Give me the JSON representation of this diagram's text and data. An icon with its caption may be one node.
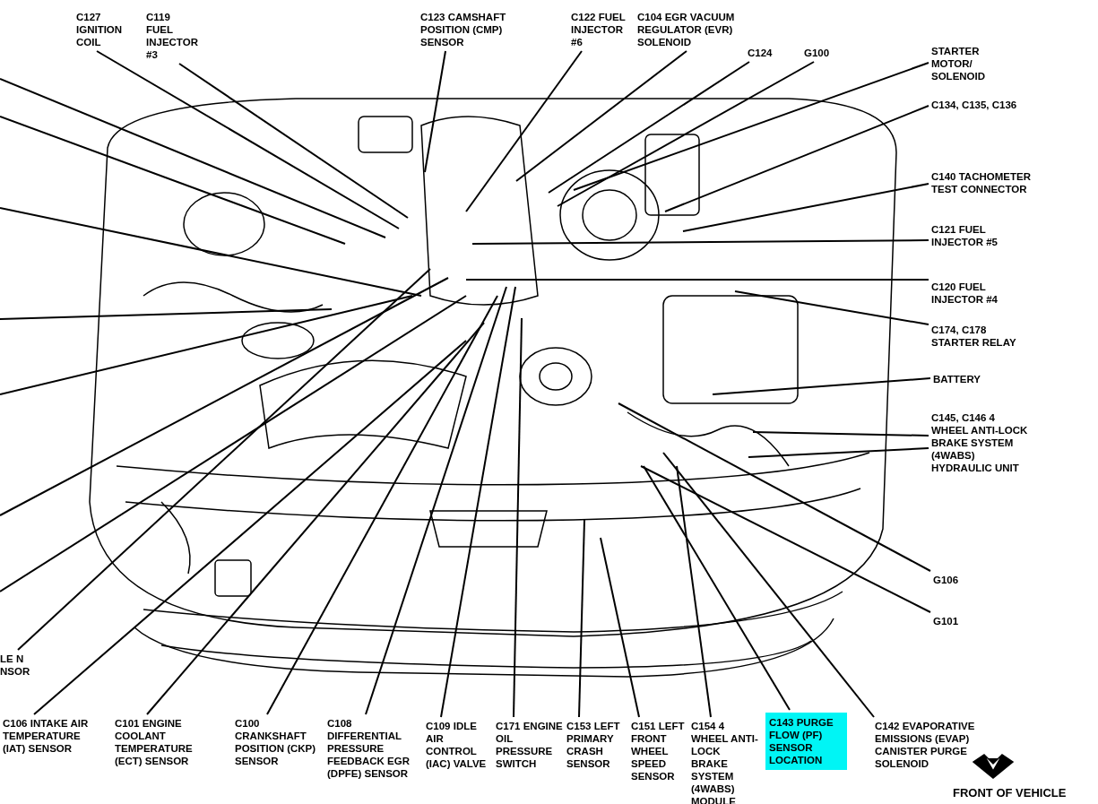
{
  "diagram": {
    "nodes": [
      {
        "text": [
          "C127 IGNITION COIL"
        ]
      },
      {
        "text": [
          "C119 FUEL INJECTOR #3"
        ]
      },
      {
        "text": [
          "C123 CAMSHAFT POSITION (CMP) SENSOR"
        ]
      },
      {
        "text": [
          "C122 FUEL INJECTOR #6"
        ]
      },
      {
        "text": [
          "C104 EGR VACUUM REGULATOR (EVR) SOLENOID"
        ]
      },
      {
        "text": [
          "C124"
        ]
      },
      {
        "text": [
          "G100"
        ]
      },
      {
        "text": [
          "STARTER MOTOR/ SOLENOID"
        ]
      },
      {
        "text": [
          "C134, C135, C136"
        ]
      },
      {
        "text": [
          "C140 TACHOMETER TEST CONNECTOR"
        ]
      },
      {
        "text": [
          "C121 FUEL INJECTOR #5"
        ]
      },
      {
        "text": [
          "C120 FUEL INJECTOR #4"
        ]
      },
      {
        "text": [
          "C174, C178 STARTER RELAY"
        ]
      },
      {
        "text": [
          "BATTERY"
        ]
      },
      {
        "text": [
          "C145, C146 4 WHEEL ANTI-LOCK BRAKE SYSTEM (4WABS) HYDRAULIC UNIT"
        ]
      },
      {
        "text": [
          "G106"
        ]
      },
      {
        "text": [
          "G101"
        ]
      },
      {
        "text": [
          "LE N NSOR"
        ]
      },
      {
        "text": [
          "C106 INTAKE AIR TEMPERATURE (IAT) SENSOR"
        ]
      },
      {
        "text": [
          "C101 ENGINE COOLANT TEMPERATURE (ECT) SENSOR"
        ]
      },
      {
        "text": [
          "C100 CRANKSHAFT POSITION (CKP) SENSOR"
        ]
      },
      {
        "text": [
          "C108 DIFFERENTIAL PRESSURE FEEDBACK EGR (DPFE) SENSOR"
        ]
      },
      {
        "text": [
          "C109 IDLE AIR CONTROL (IAC) VALVE"
        ]
      },
      {
        "text": [
          "C171 ENGINE OIL PRESSURE SWITCH"
        ]
      },
      {
        "text": [
          "C153 LEFT PRIMARY CRASH SENSOR"
        ]
      },
      {
        "text": [
          "C151 LEFT FRONT WHEEL SPEED SENSOR"
        ]
      },
      {
        "text": [
          "C154 4 WHEEL ANTI-LOCK BRAKE SYSTEM (4WABS) MODULE"
        ]
      },
      {
        "text": [
          "C143 PURGE FLOW (PF) SENSOR LOCATION"
        ]
      },
      {
        "text": [
          "C142 EVAPORATIVE EMISSIONS (EVAP) CANISTER PURGE SOLENOID"
        ]
      }
    ],
    "edges": [
      {
        "from": 0,
        "to": null,
        "arrow": "none"
      },
      {
        "from": 1,
        "to": null,
        "arrow": "none"
      },
      {
        "from": 2,
        "to": null,
        "arrow": "none"
      },
      {
        "from": 3,
        "to": null,
        "arrow": "none"
      },
      {
        "from": 4,
        "to": null,
        "arrow": "none"
      },
      {
        "from": 5,
        "to": null,
        "arrow": "none"
      },
      {
        "from": 6,
        "to": null,
        "arrow": "none"
      },
      {
        "from": 7,
        "to": null,
        "arrow": "none"
      },
      {
        "from": 8,
        "to": null,
        "arrow": "none"
      },
      {
        "from": 9,
        "to": null,
        "arrow": "none"
      },
      {
        "from": 10,
        "to": null,
        "arrow": "none"
      },
      {
        "from": 11,
        "to": null,
        "arrow": "none"
      },
      {
        "from": 12,
        "to": null,
        "arrow": "none"
      },
      {
        "from": 13,
        "to": null,
        "arrow": "none"
      },
      {
        "from": 14,
        "to": null,
        "arrow": "none"
      },
      {
        "from": 14,
        "to": null,
        "arrow": "none"
      },
      {
        "from": 15,
        "to": null,
        "arrow": "none"
      },
      {
        "from": 16,
        "to": null,
        "arrow": "none"
      },
      {
        "from": 17,
        "to": null,
        "arrow": "none"
      },
      {
        "from": 18,
        "to": null,
        "arrow": "none"
      },
      {
        "from": 19,
        "to": null,
        "arrow": "none"
      },
      {
        "from": 20,
        "to": null,
        "arrow": "none"
      },
      {
        "from": 21,
        "to": null,
        "arrow": "none"
      },
      {
        "from": 22,
        "to": null,
        "arrow": "none"
      },
      {
        "from": 23,
        "to": null,
        "arrow": "none"
      },
      {
        "from": 24,
        "to": null,
        "arrow": "none"
      },
      {
        "from": 25,
        "to": null,
        "arrow": "none"
      },
      {
        "from": 26,
        "to": null,
        "arrow": "none"
      },
      {
        "from": 27,
        "to": null,
        "arrow": "none"
      },
      {
        "from": 28,
        "to": null,
        "arrow": "none"
      }
    ],
    "labels": [
      "FRONT OF VEHICLE"
    ]
  }
}
